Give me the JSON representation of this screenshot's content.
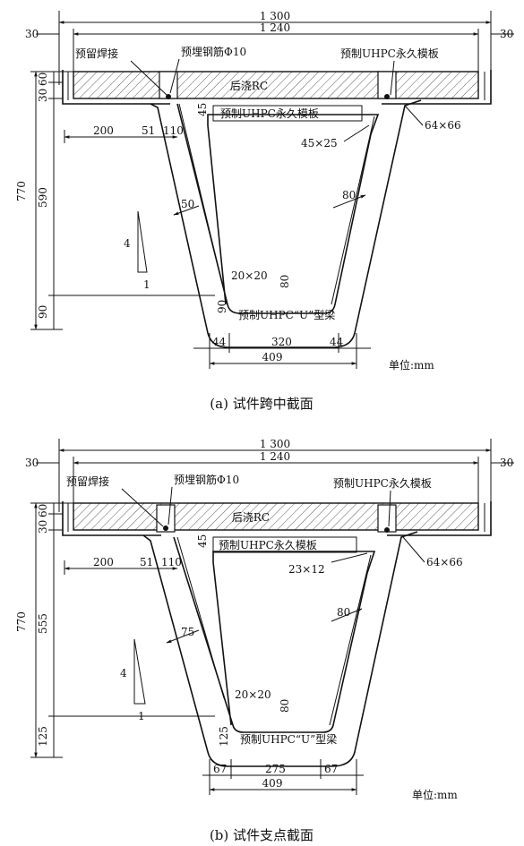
{
  "panels": [
    {
      "caption": "(a) 试件跨中截面",
      "labels": {
        "weld": "预留焊接",
        "rebar": "预埋钢筋Φ10",
        "form_right": "预制UHPC永久模板",
        "form_center": "预制UHPC永久模板",
        "rc": "后浇RC",
        "u_beam": "预制UHPC“U”型梁",
        "unit": "单位:mm",
        "chamfer_top": "45×25",
        "chamfer_bottom": "20×20",
        "haunch": "64×66",
        "slope_v": "4",
        "slope_h": "1"
      },
      "dims": {
        "total_width": "1 300",
        "inner_width": "1 240",
        "edge_left": "30",
        "edge_right": "30",
        "total_height": "770",
        "slab_top": "30",
        "slab_mid": "60",
        "web_height": "590",
        "bottom_height": "90",
        "form_gap": "45",
        "left_200": "200",
        "left_51": "51",
        "left_110": "110",
        "web_left": "50",
        "web_right": "80",
        "bottom_thick": "80",
        "bottom_inner": "90",
        "bottom_a": "44",
        "bottom_b": "320",
        "bottom_c": "44",
        "bottom_width": "409"
      }
    },
    {
      "caption": "(b) 试件支点截面",
      "labels": {
        "weld": "预留焊接",
        "rebar": "预埋钢筋Φ10",
        "form_right": "预制UHPC永久模板",
        "form_center": "预制UHPC永久模板",
        "rc": "后浇RC",
        "u_beam": "预制UHPC“U”型梁",
        "unit": "单位:mm",
        "chamfer_top": "23×12",
        "chamfer_bottom": "20×20",
        "haunch": "64×66",
        "slope_v": "4",
        "slope_h": "1"
      },
      "dims": {
        "total_width": "1 300",
        "inner_width": "1 240",
        "edge_left": "30",
        "edge_right": "30",
        "total_height": "770",
        "slab_top": "30",
        "slab_mid": "60",
        "web_height": "555",
        "bottom_height": "125",
        "form_gap": "45",
        "left_200": "200",
        "left_51": "51",
        "left_110": "110",
        "web_left": "75",
        "web_right": "80",
        "bottom_thick": "80",
        "bottom_inner": "125",
        "bottom_a": "67",
        "bottom_b": "275",
        "bottom_c": "67",
        "bottom_width": "409"
      }
    }
  ]
}
